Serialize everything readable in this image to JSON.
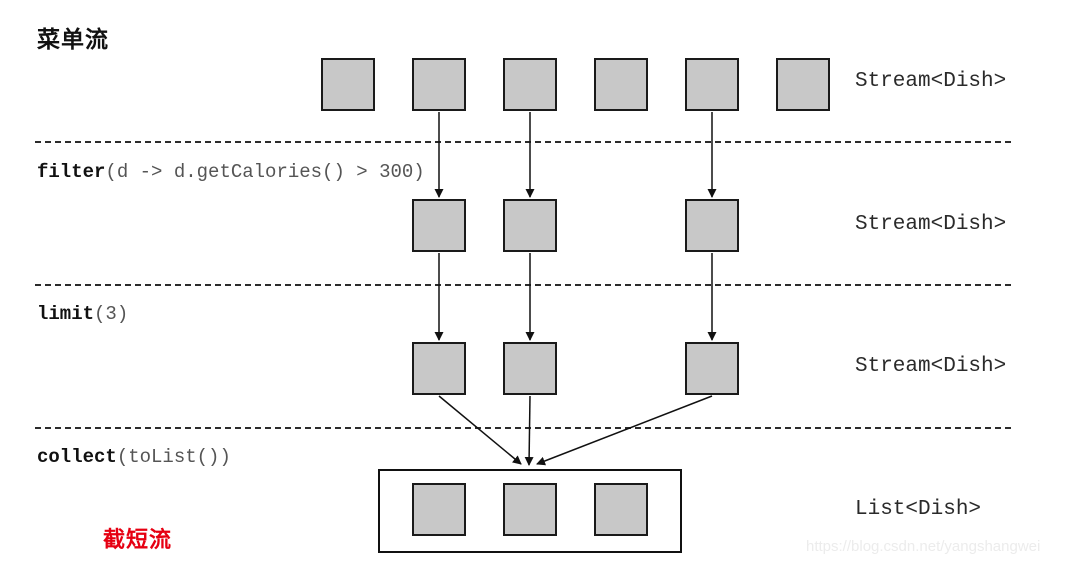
{
  "title": "菜单流",
  "stages": [
    {
      "op": "filter",
      "args": "(d -> d.getCalories() > 300)"
    },
    {
      "op": "limit",
      "args": "(3)"
    },
    {
      "op": "collect",
      "args": "(toList())"
    }
  ],
  "type_labels": [
    "Stream<Dish>",
    "Stream<Dish>",
    "Stream<Dish>",
    "List<Dish>"
  ],
  "annotation": "截短流",
  "watermark": "https://blog.csdn.net/yangshangwei",
  "element_counts": {
    "source": 6,
    "after_filter": 3,
    "after_limit": 3,
    "collected": 3
  },
  "colors": {
    "box_fill": "#c8c8c8",
    "box_border": "#1a1a1a",
    "annotation_red": "#e60012",
    "watermark_gray": "#ececec",
    "line": "#222222"
  }
}
